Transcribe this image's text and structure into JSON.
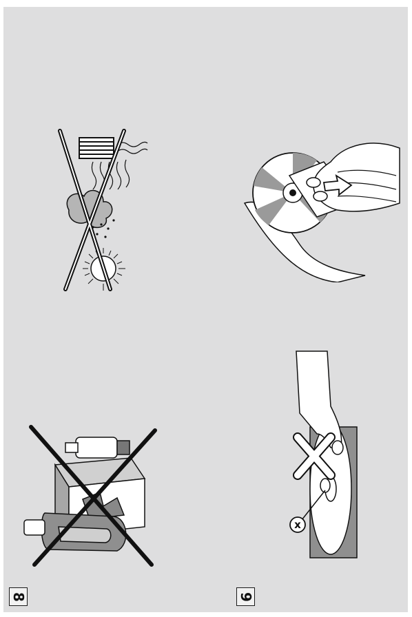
{
  "page": {
    "background": "#dededf"
  },
  "figures": [
    {
      "id": "heat-moisture-warning",
      "icon": "heat-source-moisture-sun-crossed-icon"
    },
    {
      "id": "disc-cleaning",
      "icon": "hand-wiping-disc-outward-icon"
    },
    {
      "id": "solvent-warning",
      "icon": "cleaning-solvents-crossed-icon"
    },
    {
      "id": "label-marker",
      "label": "x",
      "icon": "do-not-touch-center-icon"
    }
  ],
  "figure_numbers": {
    "left": "8",
    "right": "9"
  },
  "colors": {
    "ink": "#111111",
    "white": "#ffffff",
    "grey": "#8a8a8a"
  }
}
